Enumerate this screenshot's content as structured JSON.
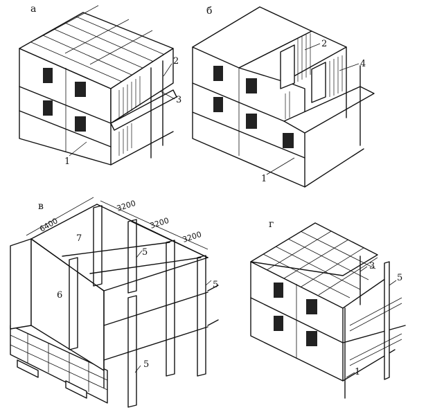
{
  "panels": {
    "a": {
      "letter": "а",
      "callouts": [
        "1",
        "2",
        "3"
      ]
    },
    "b": {
      "letter": "б",
      "callouts": [
        "1",
        "2",
        "4"
      ]
    },
    "c": {
      "letter": "в",
      "dimensions": [
        "6400",
        "3200",
        "3200",
        "3200"
      ],
      "callouts": [
        "7",
        "5",
        "5",
        "6",
        "5"
      ]
    },
    "d": {
      "letter": "г",
      "callouts": [
        "3",
        "5",
        "1"
      ]
    }
  }
}
